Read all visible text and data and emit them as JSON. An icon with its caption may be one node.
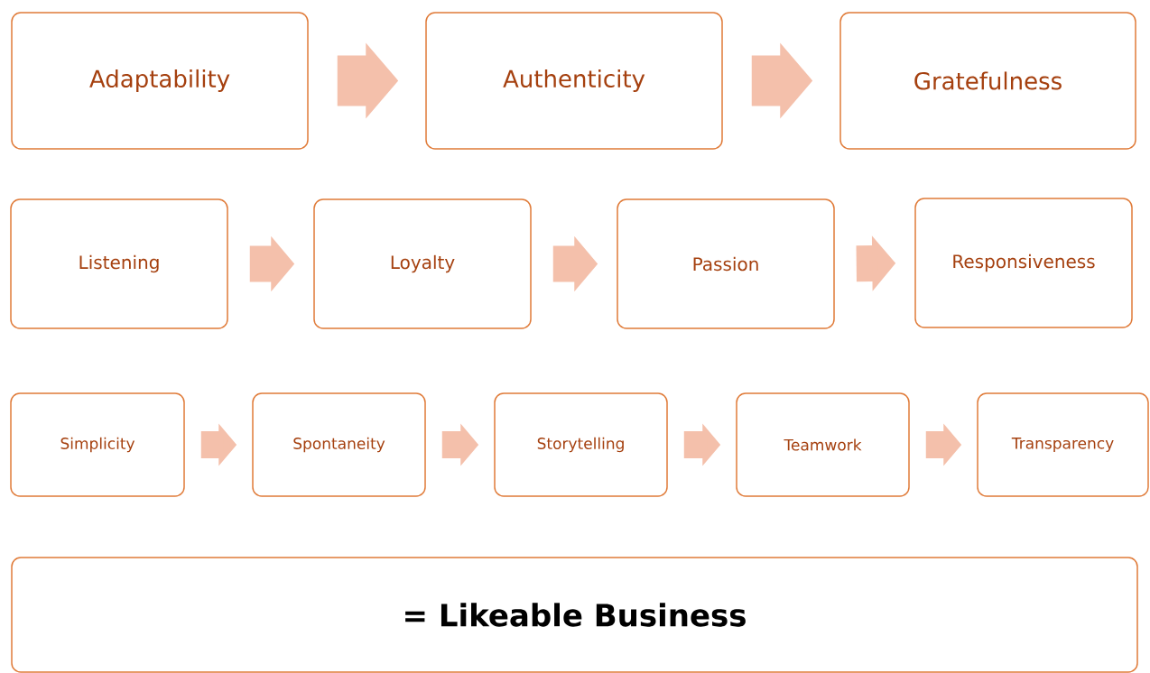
{
  "diagram": {
    "nodes": [
      {
        "text": [
          "Adaptability"
        ]
      },
      {
        "text": [
          "Authenticity"
        ]
      },
      {
        "text": [
          "Gratefulness"
        ]
      },
      {
        "text": [
          "Listening"
        ]
      },
      {
        "text": [
          "Loyalty"
        ]
      },
      {
        "text": [
          "Passion"
        ]
      },
      {
        "text": [
          "Responsiveness"
        ]
      },
      {
        "text": [
          "Simplicity"
        ]
      },
      {
        "text": [
          "Spontaneity"
        ]
      },
      {
        "text": [
          "Storytelling"
        ]
      },
      {
        "text": [
          "Teamwork"
        ]
      },
      {
        "text": [
          "Transparency"
        ]
      },
      {
        "text": [
          "= Likeable Business"
        ]
      }
    ],
    "edges": [
      {
        "from": 0,
        "to": 1,
        "arrow": "to"
      },
      {
        "from": 1,
        "to": 2,
        "arrow": "to"
      },
      {
        "from": 3,
        "to": 4,
        "arrow": "to"
      },
      {
        "from": 4,
        "to": 5,
        "arrow": "to"
      },
      {
        "from": 5,
        "to": 6,
        "arrow": "to"
      },
      {
        "from": 7,
        "to": 8,
        "arrow": "to"
      },
      {
        "from": 8,
        "to": 9,
        "arrow": "to"
      },
      {
        "from": 9,
        "to": 10,
        "arrow": "to"
      },
      {
        "from": 10,
        "to": 11,
        "arrow": "to"
      }
    ]
  }
}
